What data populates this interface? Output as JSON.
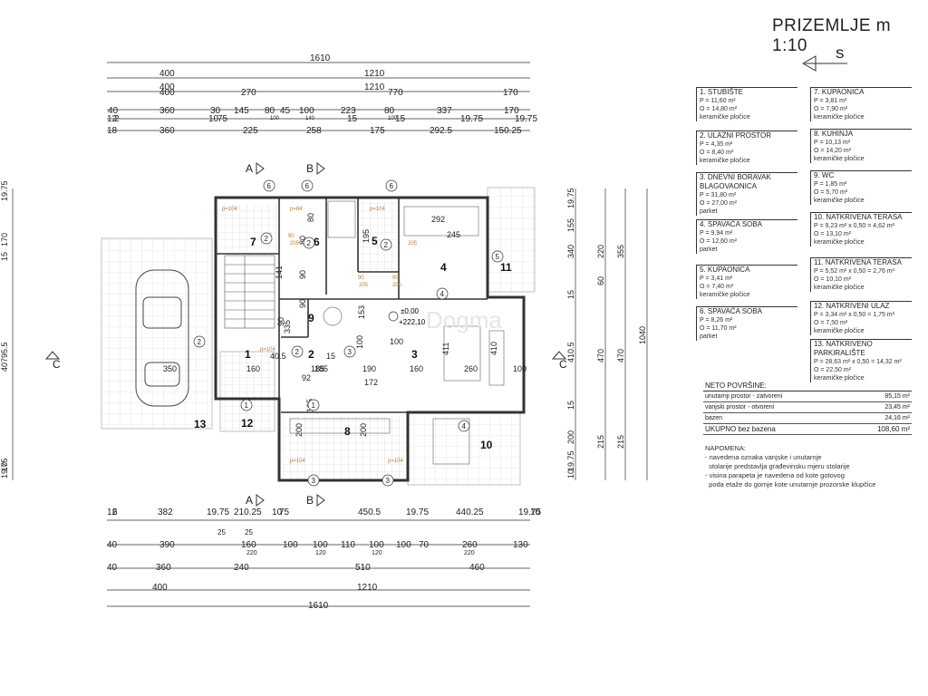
{
  "title": "PRIZEMLJE m 1:10",
  "north_label": "S",
  "dims": {
    "top_total": "1610",
    "top_row2": [
      "400",
      "1210"
    ],
    "top_row3": [
      "400",
      "270",
      "770",
      "170"
    ],
    "top_row4": [
      "40",
      "360",
      "30",
      "145",
      "80",
      "45",
      "100",
      "223",
      "80",
      "337",
      "170"
    ],
    "top_row4_small": [
      "100",
      "140",
      "100"
    ],
    "top_row4b": [
      "12",
      "2",
      "10",
      "75",
      "15",
      "15",
      "19.75",
      "19.75"
    ],
    "top_row5": [
      "18",
      "360",
      "225",
      "258",
      "175",
      "292.5",
      "150.25"
    ],
    "bottom_row1": [
      "12",
      "6",
      "382",
      "19.75",
      "210.25",
      "10",
      "75",
      "450.5",
      "19.75",
      "440.25",
      "19.75",
      "10"
    ],
    "bottom_row1_small": [
      "25",
      "25"
    ],
    "bottom_row2": [
      "40",
      "390",
      "160",
      "100",
      "100",
      "110",
      "100",
      "100",
      "70",
      "260",
      "130"
    ],
    "bottom_row2_small": [
      "220",
      "120",
      "120",
      "220"
    ],
    "bottom_row3": [
      "40",
      "360",
      "240",
      "510",
      "460"
    ],
    "bottom_row4": [
      "400",
      "1210"
    ],
    "bottom_total": "1610",
    "left_col": [
      "19.75",
      "170",
      "15",
      "795.5",
      "40",
      "19.75",
      "10"
    ],
    "right_col1": [
      "19.75",
      "155",
      "340",
      "15",
      "410.5",
      "15",
      "200",
      "19.75",
      "10"
    ],
    "right_col2": [
      "220",
      "60",
      "470",
      "215"
    ],
    "right_col3": [
      "355",
      "470",
      "215"
    ],
    "right_total": "1040"
  },
  "interior_dims": [
    "292",
    "245",
    "195",
    "80",
    "80",
    "90",
    "141",
    "90",
    "90",
    "335",
    "153",
    "411",
    "410",
    "185",
    "92",
    "40.5",
    "160",
    "350",
    "185",
    "190",
    "160",
    "260",
    "100",
    "172",
    "100",
    "135",
    "200",
    "200",
    "15",
    "100"
  ],
  "interior_small": [
    "p=104",
    "p=84",
    "p=104",
    "p=104",
    "p=104",
    "p=104",
    "90",
    "205",
    "90",
    "205",
    "90",
    "205",
    "205",
    "205"
  ],
  "level_mark": "±0,00",
  "level_mark2": "+222,10",
  "section_labels": [
    "A",
    "B",
    "A",
    "B",
    "C",
    "C"
  ],
  "room_numbers": [
    "1",
    "2",
    "3",
    "4",
    "5",
    "6",
    "7",
    "8",
    "9",
    "10",
    "11",
    "12",
    "13"
  ],
  "circle_marks": [
    "6",
    "6",
    "6",
    "2",
    "2",
    "2",
    "2",
    "2",
    "1",
    "1",
    "3",
    "3",
    "3",
    "4",
    "4",
    "5"
  ],
  "watermark": "Dogma",
  "legend": [
    {
      "name": "1. STUBIŠTE",
      "p": "P = 11,60 m²",
      "o": "O = 14,80 m²",
      "f": "keramičke pločice"
    },
    {
      "name": "2. ULAZNI PROSTOR",
      "p": "P = 4,35 m²",
      "o": "O = 8,40 m²",
      "f": "keramičke pločice"
    },
    {
      "name": "3. DNEVNI BORAVAK BLAGOVAONICA",
      "p": "P = 31,80 m²",
      "o": "O = 27,00 m²",
      "f": "parket"
    },
    {
      "name": "4. SPAVAĆA SOBA",
      "p": "P = 9,94 m²",
      "o": "O = 12,60 m²",
      "f": "parket"
    },
    {
      "name": "5. KUPAONICA",
      "p": "P = 3,41 m²",
      "o": "O = 7,40 m²",
      "f": "keramičke pločice"
    },
    {
      "name": "6. SPAVAĆA SOBA",
      "p": "P = 8,26 m²",
      "o": "O = 11,70 m²",
      "f": "parket"
    },
    {
      "name": "7. KUPAONICA",
      "p": "P = 3,81 m²",
      "o": "O = 7,90 m²",
      "f": "keramičke pločice"
    },
    {
      "name": "8. KUHINJA",
      "p": "P = 10,13 m²",
      "o": "O = 14,20 m²",
      "f": "keramičke pločice"
    },
    {
      "name": "9. WC",
      "p": "P = 1,85 m²",
      "o": "O = 5,70 m²",
      "f": "keramičke pločice"
    },
    {
      "name": "10. NATKRIVENA TERASA",
      "p": "P = 9,23 m² x 0,50 = 4,62 m²",
      "o": "O = 13,10 m²",
      "f": "keramičke pločice"
    },
    {
      "name": "11. NATKRIVENA TERASA",
      "p": "P = 5,52 m² x 0,50 = 2,76 m²",
      "o": "O = 10,10 m²",
      "f": "keramičke pločice"
    },
    {
      "name": "12. NATKRIVENI ULAZ",
      "p": "P = 3,34 m² x 0,50 = 1,75 m²",
      "o": "O = 7,50 m²",
      "f": "keramičke pločice"
    },
    {
      "name": "13. NATKRIVENO PARKIRALIŠTE",
      "p": "P = 28,63 m² x 0,50 = 14,32 m²",
      "o": "O = 22,50 m²",
      "f": "keramičke pločice"
    }
  ],
  "net": {
    "title": "NETO POVRŠINE:",
    "rows": [
      {
        "label": "unutarnji prostor - zatvoreni",
        "value": "85,15 m²"
      },
      {
        "label": "vanjski prostor - otvoreni",
        "value": "23,45 m²"
      },
      {
        "label": "bazen",
        "value": "24,16 m²"
      }
    ],
    "total_label": "UKUPNO bez bazena",
    "total_value": "108,60 m²"
  },
  "notes": {
    "title": "NAPOMENA:",
    "lines": [
      "- navedena oznaka vanjske i unutarnje",
      "  stolarije predstavlja građevinsku mjeru stolarije",
      "- visina parapeta je navedena od kote gotovog",
      "  poda etaže do gornje kote unutarnje prozorske klupčice"
    ]
  }
}
